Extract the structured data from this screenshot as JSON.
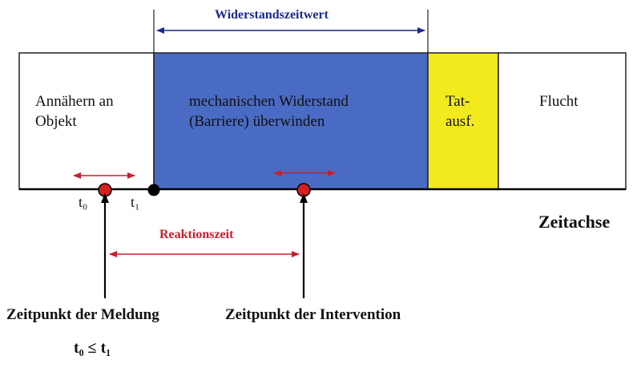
{
  "diagram": {
    "segments": {
      "approach": {
        "line1": "Annähern an",
        "line2": "Objekt",
        "fill": "#ffffff"
      },
      "barrier": {
        "line1": "mechanischen Widerstand",
        "line2": "(Barriere) überwinden",
        "fill": "#4a6bc4"
      },
      "act": {
        "line1": "Tat-",
        "line2": "ausf.",
        "fill": "#f2ea1c"
      },
      "escape": {
        "line1": "Flucht",
        "fill": "#ffffff"
      }
    },
    "resistance_label": "Widerstandszeitwert",
    "reaction_label": "Reaktionszeit",
    "time_axis_label": "Zeitachse",
    "t0": "t₀",
    "t1": "t₁",
    "event_report": "Zeitpunkt der Meldung",
    "event_intervention": "Zeitpunkt der Intervention",
    "relation": "t₀ ≤ t₁",
    "colors": {
      "resistance_arrow": "#1a2a8c",
      "reaction_arrow": "#c81e2c",
      "marker_red": "#d42020",
      "marker_black": "#000000",
      "border": "#222222"
    }
  }
}
